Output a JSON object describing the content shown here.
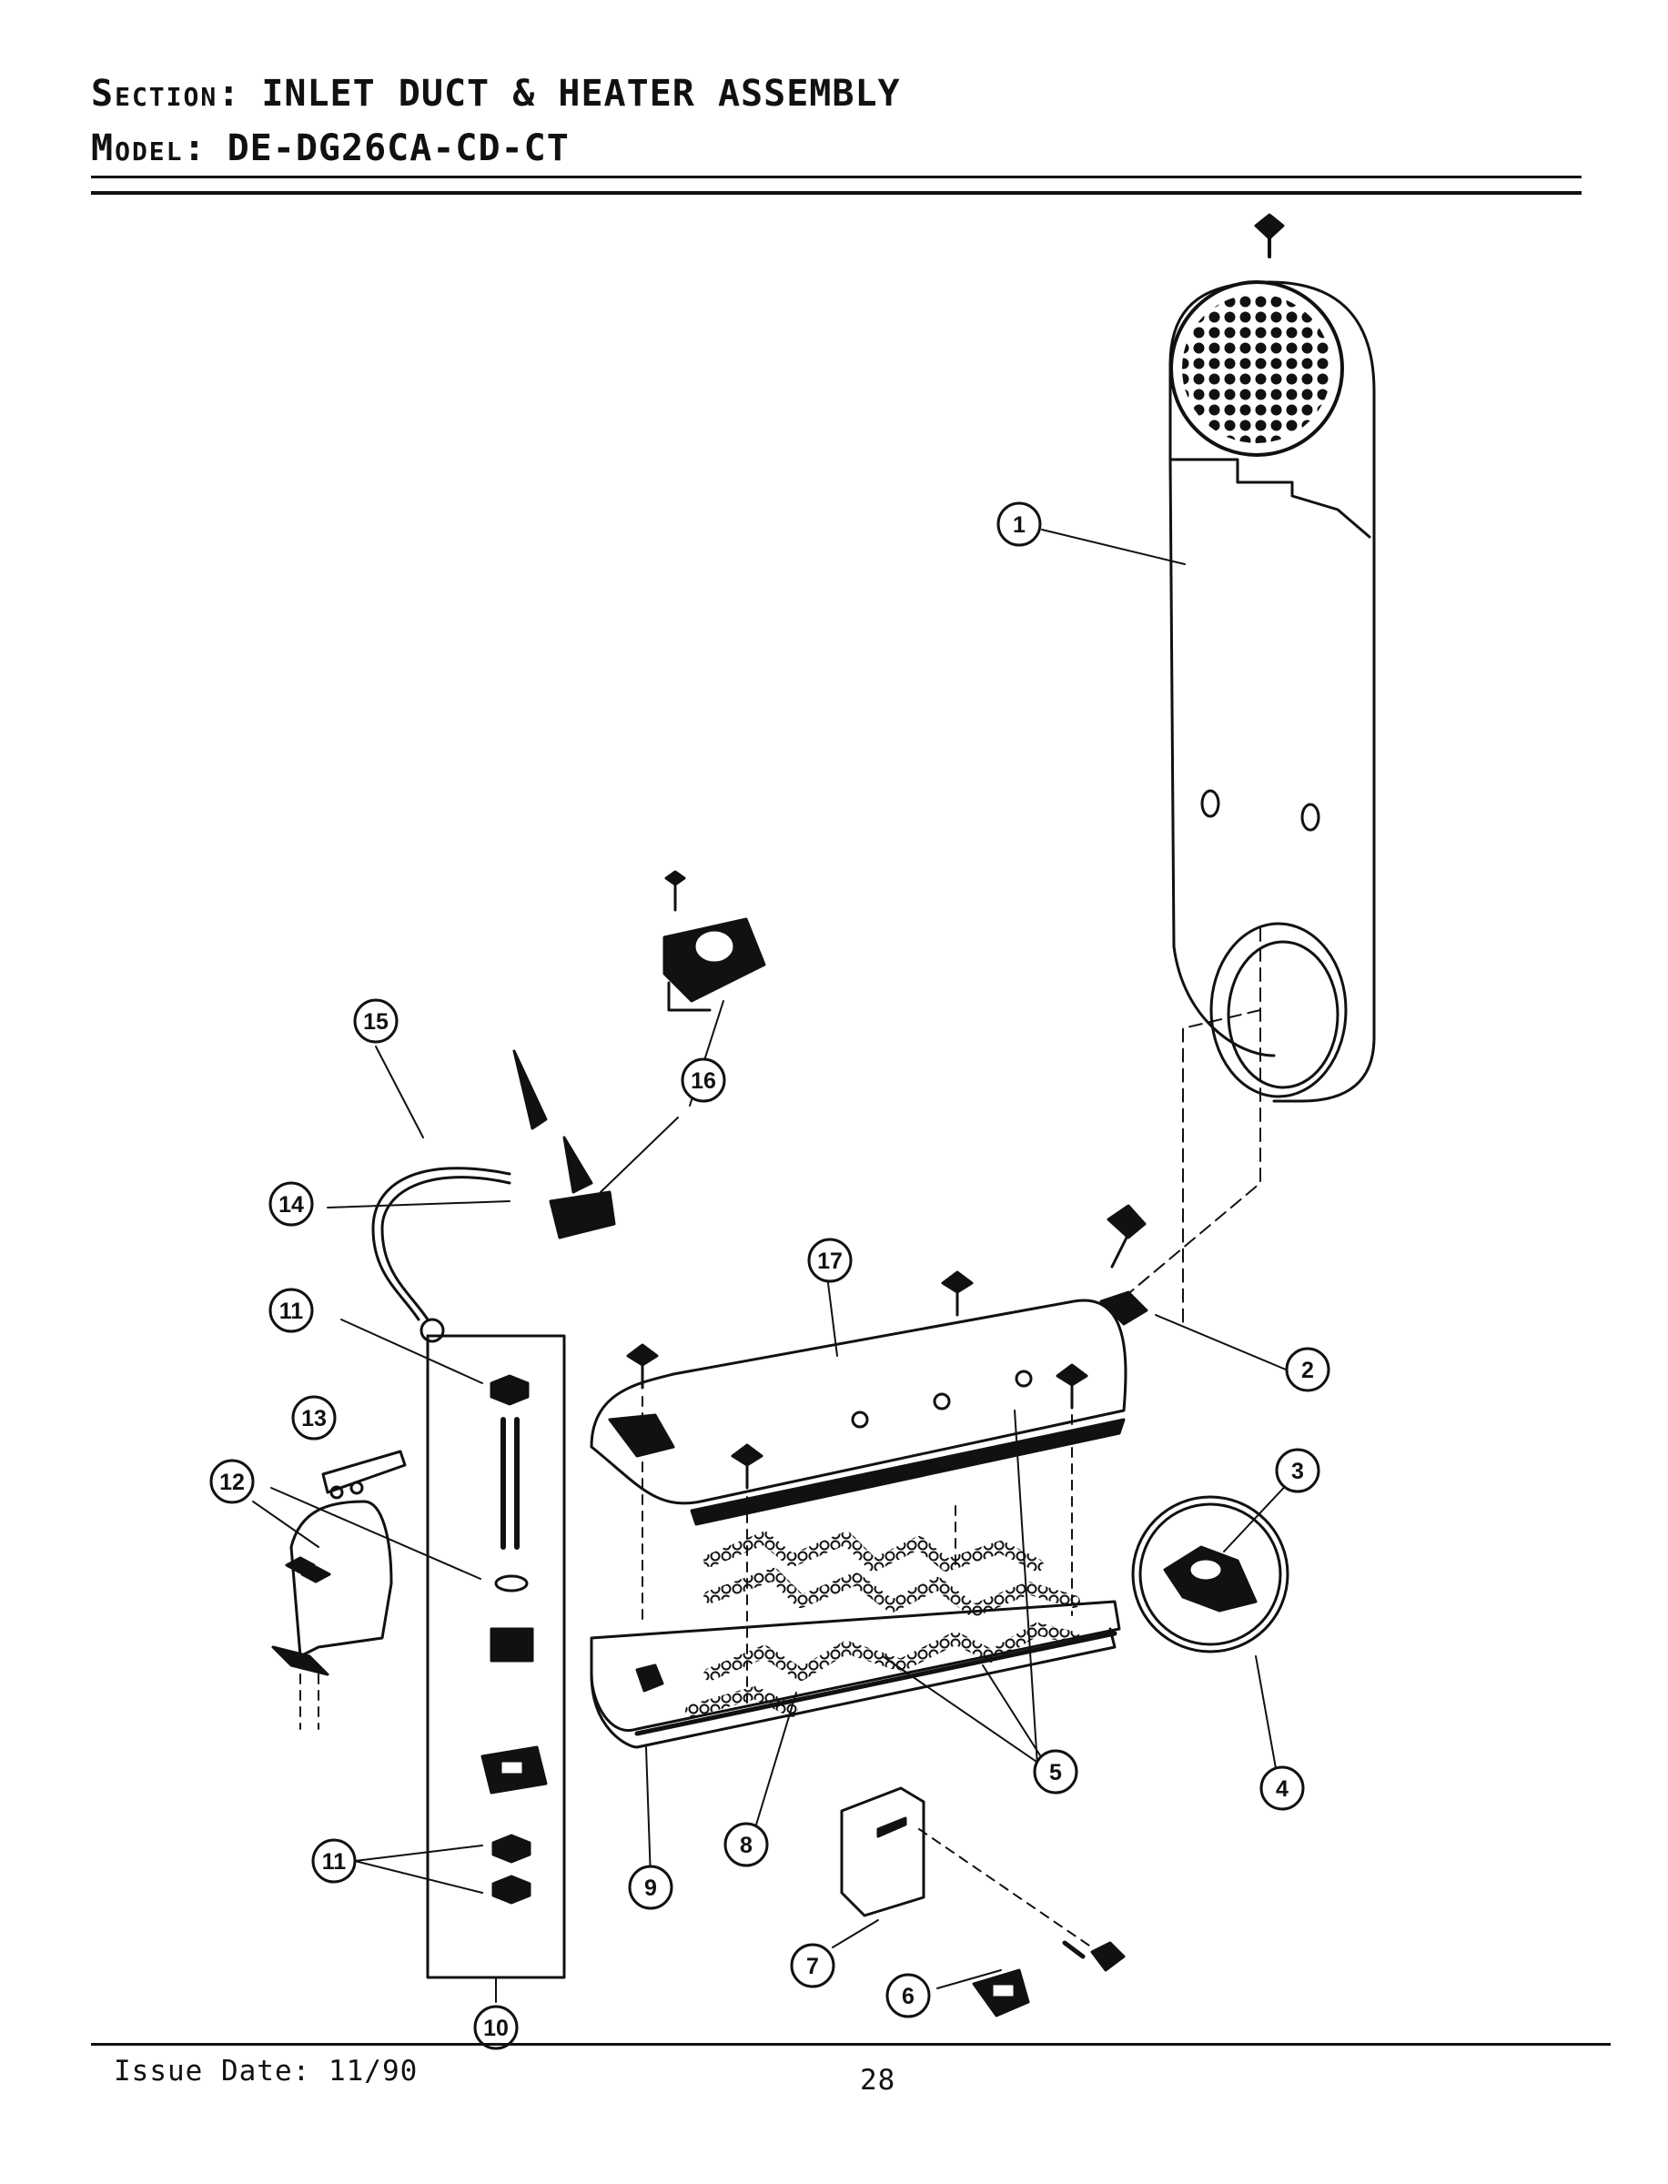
{
  "header": {
    "section_label": "Section:",
    "section_value": "INLET DUCT & HEATER ASSEMBLY",
    "model_label": "Model:",
    "model_value": "DE-DG26CA-CD-CT"
  },
  "callouts": [
    "1",
    "2",
    "3",
    "4",
    "5",
    "6",
    "7",
    "8",
    "9",
    "10",
    "11",
    "11",
    "12",
    "13",
    "14",
    "15",
    "16",
    "17"
  ],
  "footer": {
    "issue_date": "Issue Date: 11/90",
    "page_number": "28"
  }
}
